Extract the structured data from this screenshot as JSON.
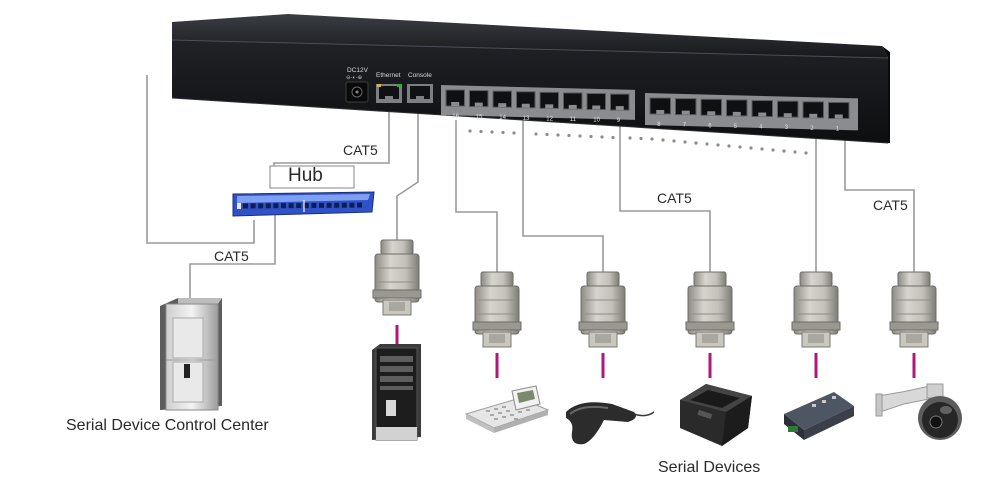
{
  "labels": {
    "hub": "Hub",
    "cat5": "CAT5",
    "control_center": "Serial Device Control Center",
    "serial_devices": "Serial Devices"
  },
  "panel": {
    "power": "DC12V",
    "ethernet": "Ethernet",
    "console": "Console",
    "ports_left": [
      "16",
      "15",
      "14",
      "13",
      "12",
      "11",
      "10",
      "9"
    ],
    "ports_right": [
      "8",
      "7",
      "6",
      "5",
      "4",
      "3",
      "2",
      "1"
    ]
  },
  "colors": {
    "chassis": "#1b1d20",
    "cable": "#9a9a9a",
    "adapter": "#bfbdb5",
    "serial_link": "#b0177a",
    "hub": "#2f52c8"
  }
}
